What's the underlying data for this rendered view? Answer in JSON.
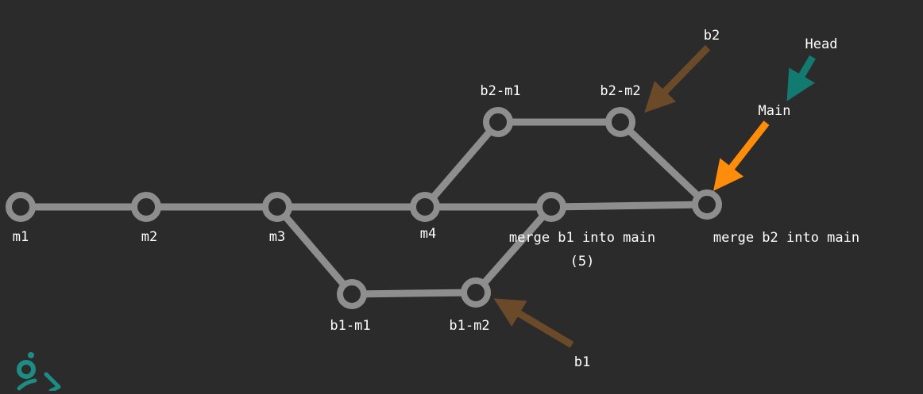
{
  "diagram": {
    "commits": {
      "m1": "m1",
      "m2": "m2",
      "m3": "m3",
      "m4": "m4",
      "b1_m1": "b1-m1",
      "b1_m2": "b1-m2",
      "b2_m1": "b2-m1",
      "b2_m2": "b2-m2",
      "merge_b1": "merge b1 into main",
      "merge_b1_note": "(5)",
      "merge_b2": "merge b2 into main"
    },
    "pointers": {
      "b1": "b1",
      "b2": "b2",
      "main": "Main",
      "head": "Head"
    },
    "colors": {
      "background": "#2b2b2b",
      "edge": "#8e8e8e",
      "branch_pointer": "#6b4a2a",
      "main_pointer": "#ff8c0a",
      "head_pointer": "#137a72",
      "logo": "#1e8c84"
    }
  }
}
